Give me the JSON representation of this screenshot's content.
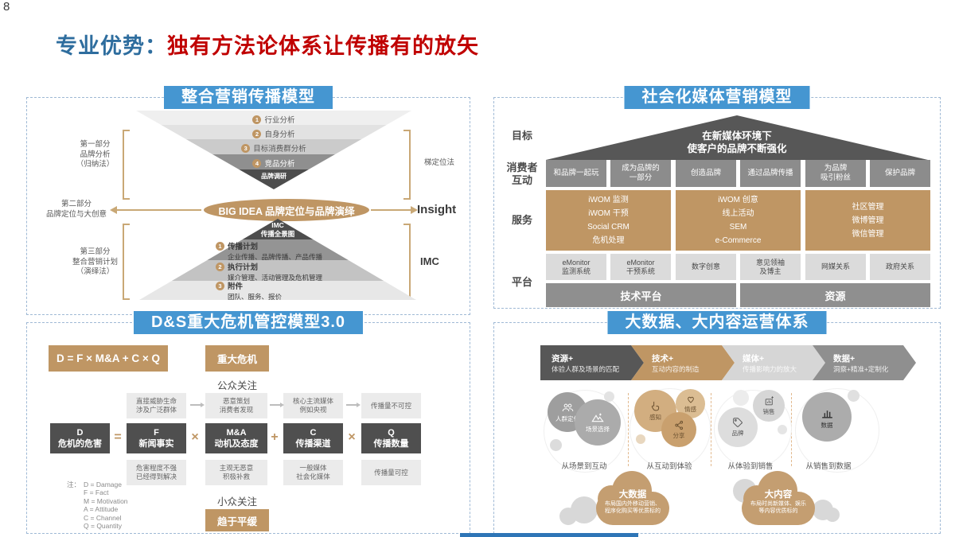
{
  "page": {
    "number": "8",
    "title_prefix": "专业优势：",
    "title_main": "独有方法论体系让传播有的放矢"
  },
  "colors": {
    "accent_blue": "#4596D1",
    "title_blue": "#2E6D9E",
    "title_red": "#C00000",
    "tan": "#BF9664",
    "dark_gray": "#595959"
  },
  "imc": {
    "header": "整合营销传播模型",
    "funnel": [
      {
        "num": "1",
        "label": "行业分析"
      },
      {
        "num": "2",
        "label": "自身分析"
      },
      {
        "num": "3",
        "label": "目标消费群分析"
      },
      {
        "num": "4",
        "label": "竞品分析"
      }
    ],
    "funnel_tip": "品牌调研",
    "left_parts": [
      {
        "label": "第一部分\n品牌分析\n（归纳法）"
      },
      {
        "label": "第二部分\n品牌定位与大创意"
      },
      {
        "label": "第三部分\n整合营销计划\n（演绎法）"
      }
    ],
    "right_labels": {
      "positioning": "梯定位法",
      "insight": "Insight",
      "imc": "IMC"
    },
    "big_idea": "BIG IDEA 品牌定位与品牌演绎",
    "pyramid_apex": "IMC\n传播全景图",
    "pyramid_rows": [
      {
        "num": "1",
        "title": "传播计划",
        "desc": "企业传播、品牌传播、产品传播"
      },
      {
        "num": "2",
        "title": "执行计划",
        "desc": "媒介管理、活动管理及危机管理"
      },
      {
        "num": "3",
        "title": "附件",
        "desc": "团队、服务、报价"
      }
    ]
  },
  "social": {
    "header": "社会化媒体营销模型",
    "row_labels": [
      "目标",
      "消费者\n互动",
      "服务",
      "平台"
    ],
    "roof": "在新媒体环境下\n使客户的品牌不断强化",
    "interactions": [
      "和品牌一起玩",
      "成为品牌的\n一部分",
      "创造品牌",
      "通过品牌传播",
      "为品牌\n吸引粉丝",
      "保护品牌"
    ],
    "services": [
      "iWOM 监测\niWOM 干预\nSocial CRM\n危机处理",
      "iWOM 创意\n线上活动\nSEM\ne-Commerce",
      "社区管理\n微博管理\n微信管理"
    ],
    "platforms": [
      "eMonitor\n监测系统",
      "eMonitor\n干预系统",
      "数字创意",
      "意见领袖\n及博主",
      "网媒关系",
      "政府关系"
    ],
    "bases": [
      "技术平台",
      "资源"
    ]
  },
  "crisis": {
    "header": "D&S重大危机管控模型3.0",
    "formula": "D =  F × M&A + C × Q",
    "major": "重大危机",
    "public": "公众关注",
    "severe": [
      "直接威胁生命\n涉及广泛群体",
      "恶意策划\n消费者发现",
      "核心主流媒体\n例如央视",
      "传播量不可控"
    ],
    "terms": [
      {
        "sym": "D",
        "label": "危机的危害"
      },
      {
        "sym": "F",
        "label": "新闻事实"
      },
      {
        "sym": "M&A",
        "label": "动机及态度"
      },
      {
        "sym": "C",
        "label": "传播渠道"
      },
      {
        "sym": "Q",
        "label": "传播数量"
      }
    ],
    "operators": [
      "=",
      "×",
      "+",
      "×"
    ],
    "mild": [
      "危害程度不强\n已经得到解决",
      "主观无恶意\n积极补救",
      "一般媒体\n社会化媒体",
      "传播量可控"
    ],
    "note_label": "注：",
    "legend": [
      "D = Damage",
      "F = Fact",
      "M = Motivation",
      "A = Attitude",
      "C = Channel",
      "Q = Quantity"
    ],
    "minor": "小众关注",
    "flatten": "趋于平缓"
  },
  "bigdata": {
    "header": "大数据、大内容运营体系",
    "chevrons": [
      {
        "title": "资源+",
        "desc": "体验人群及场景的匹配"
      },
      {
        "title": "技术+",
        "desc": "互动内容的制造"
      },
      {
        "title": "媒体+",
        "desc": "传播影响力的放大"
      },
      {
        "title": "数据+",
        "desc": "洞察+精准+定制化"
      }
    ],
    "groups": [
      {
        "caption": "从场景到互动",
        "circles": [
          {
            "icon": "people-icon",
            "label": "人群定位"
          },
          {
            "icon": "scene-icon",
            "label": "场景选择"
          }
        ]
      },
      {
        "caption": "从互动到体验",
        "circles": [
          {
            "icon": "touch-icon",
            "label": "感知"
          },
          {
            "icon": "heart-icon",
            "label": "情感"
          },
          {
            "icon": "share-icon",
            "label": "分享"
          }
        ]
      },
      {
        "caption": "从体验到销售",
        "circles": [
          {
            "icon": "tag-icon",
            "label": "品牌"
          },
          {
            "icon": "sales-icon",
            "label": "销售"
          }
        ]
      },
      {
        "caption": "从销售到数据",
        "circles": [
          {
            "icon": "data-icon",
            "label": "数据"
          }
        ]
      }
    ],
    "clouds": [
      {
        "title": "大数据",
        "desc": "布局国内外移动营销、\n程序化购买等优质标的"
      },
      {
        "title": "大内容",
        "desc": "布局时尚新媒体、娱乐\n等内容优质标的"
      }
    ]
  }
}
